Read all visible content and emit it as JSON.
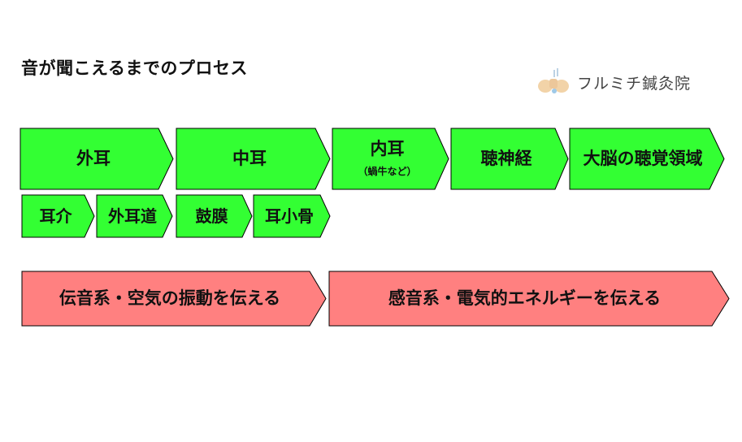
{
  "title": "音が聞こえるまでのプロセス",
  "logo": {
    "text": "フルミチ鍼灸院"
  },
  "colors": {
    "green": "#33ff33",
    "pink": "#ff8080",
    "stroke": "#000000"
  },
  "top_row": [
    {
      "label": "外耳",
      "sub": ""
    },
    {
      "label": "中耳",
      "sub": ""
    },
    {
      "label": "内耳",
      "sub": "（蝸牛など）"
    },
    {
      "label": "聴神経",
      "sub": ""
    },
    {
      "label": "大脳の聴覚領域",
      "sub": ""
    }
  ],
  "sub_row": [
    {
      "label": "耳介"
    },
    {
      "label": "外耳道"
    },
    {
      "label": "鼓膜"
    },
    {
      "label": "耳小骨"
    }
  ],
  "bottom_row": [
    {
      "label": "伝音系・空気の振動を伝える"
    },
    {
      "label": "感音系・電気的エネルギーを伝える"
    }
  ]
}
